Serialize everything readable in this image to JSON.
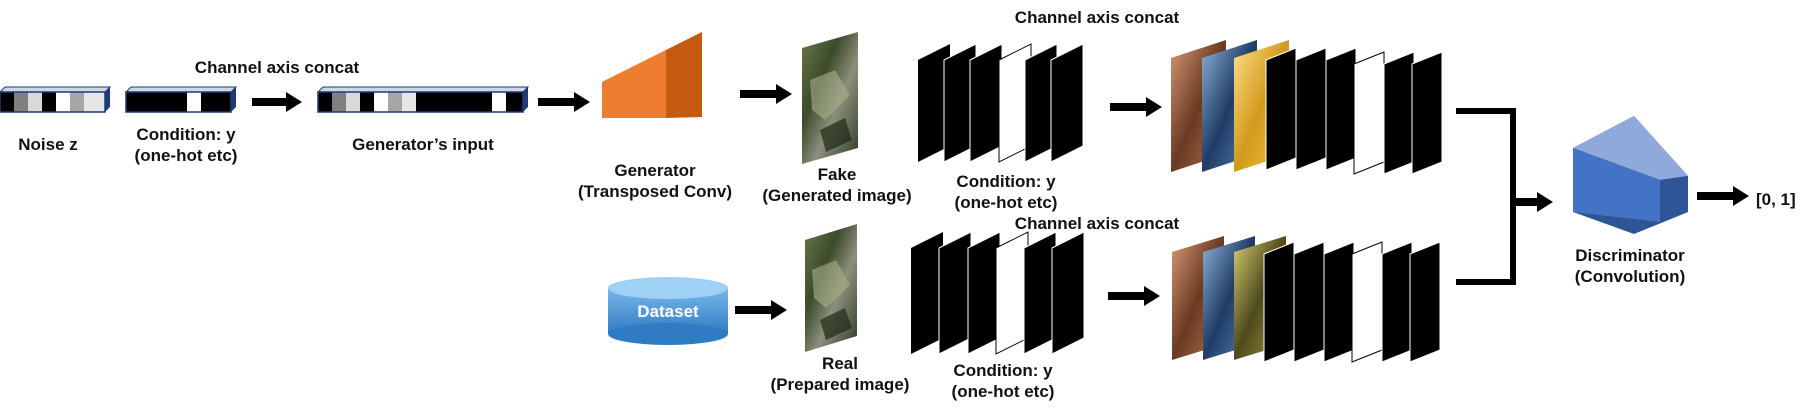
{
  "labels": {
    "channel_concat_top_left": "Channel axis concat",
    "noise": "Noise z",
    "condition_top_l1": "Condition: y",
    "condition_top_l2": "(one-hot etc)",
    "generator_input": "Generator’s input",
    "generator_l1": "Generator",
    "generator_l2": "(Transposed Conv)",
    "fake_l1": "Fake",
    "fake_l2": "(Generated image)",
    "channel_concat_top_right": "Channel axis concat",
    "condition_mid_l1": "Condition: y",
    "condition_mid_l2": "(one-hot etc)",
    "channel_concat_bottom": "Channel axis concat",
    "dataset": "Dataset",
    "real_l1": "Real",
    "real_l2": "(Prepared image)",
    "condition_bot_l1": "Condition: y",
    "condition_bot_l2": "(one-hot etc)",
    "discriminator_l1": "Discriminator",
    "discriminator_l2": "(Convolution)",
    "output": "[0, 1]"
  },
  "colors": {
    "generator": "#e8762d",
    "discriminator": "#4472c4",
    "dataset": "#4a9ad8",
    "bar_border": "#1f3a78",
    "arrow": "#000000"
  }
}
